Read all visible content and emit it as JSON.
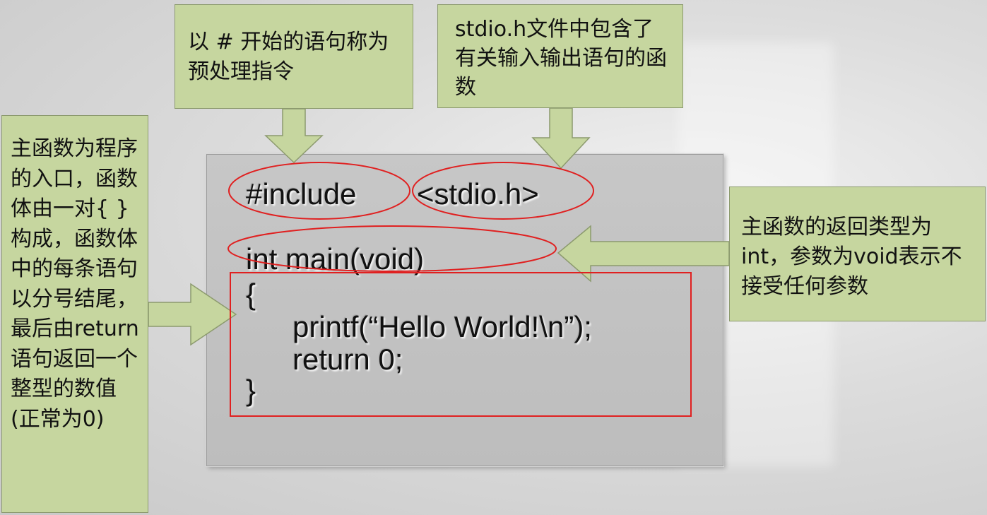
{
  "callouts": {
    "preprocessor": "以 # 开始的语句称为预处理指令",
    "stdio": "stdio.h文件中包含了有关输入输出语句的函数",
    "main_body": "主函数为程序的入口，函数体由一对{  }构成，函数体中的每条语句以分号结尾，最后由return语句返回一个整型的数值(正常为0)",
    "return_type": "主函数的返回类型为int，参数为void表示不接受任何参数"
  },
  "code": {
    "include": "#include",
    "header": "<stdio.h>",
    "main_sig": "int main(void)",
    "open_brace": "{",
    "printf": "printf(“Hello World!\\n”);",
    "return_stmt": "return 0;",
    "close_brace": "}"
  },
  "colors": {
    "callout_fill": "#c6d69f",
    "highlight_red": "#e02020",
    "panel_gray": "#c2c2c2"
  }
}
